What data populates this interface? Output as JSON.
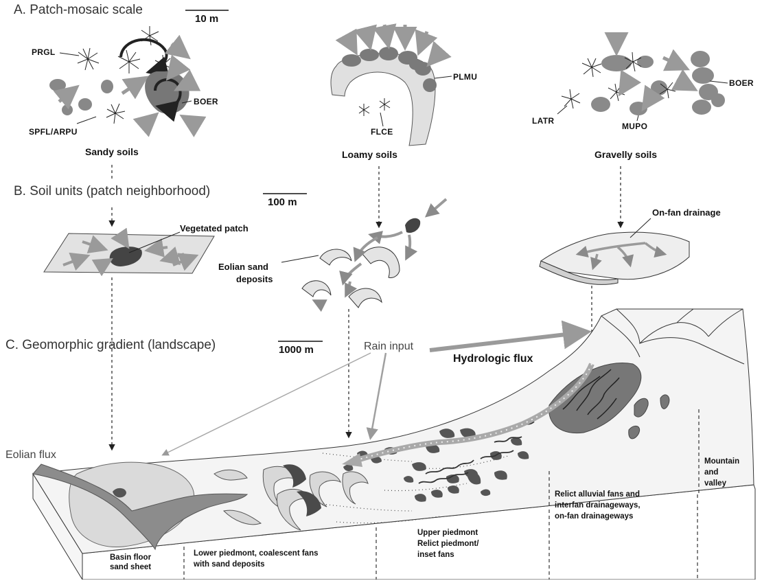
{
  "sections": {
    "a": {
      "title": "A. Patch-mosaic scale",
      "scale": "10 m"
    },
    "b": {
      "title": "B. Soil units (patch neighborhood)",
      "scale": "100 m"
    },
    "c": {
      "title": "C. Geomorphic gradient (landscape)",
      "scale": "1000 m"
    }
  },
  "species": {
    "prgl": "PRGL",
    "boer_left": "BOER",
    "spfl_arpu": "SPFL/ARPU",
    "plmu": "PLMU",
    "flce": "FLCE",
    "boer_right": "BOER",
    "latr": "LATR",
    "mupo": "MUPO"
  },
  "soils": {
    "sandy": "Sandy soils",
    "loamy": "Loamy soils",
    "gravelly": "Gravelly soils"
  },
  "neighborhood": {
    "vegetated_patch": "Vegetated patch",
    "eolian_sand_line1": "Eolian sand",
    "eolian_sand_line2": "deposits",
    "on_fan_drainage": "On-fan drainage"
  },
  "landscape": {
    "rain_input": "Rain input",
    "hydrologic_flux": "Hydrologic flux",
    "eolian_flux": "Eolian flux",
    "zones": {
      "basin_l1": "Basin floor",
      "basin_l2": "sand sheet",
      "lower_l1": "Lower piedmont, coalescent fans",
      "lower_l2": "with sand deposits",
      "upper_l1": "Upper piedmont",
      "upper_l2": "Relict piedmont/",
      "upper_l3": "inset fans",
      "relict_l1": "Relict alluvial fans and",
      "relict_l2": "interfan drainageways,",
      "relict_l3": "on-fan drainageways",
      "mountain_l1": "Mountain",
      "mountain_l2": "and",
      "mountain_l3": "valley"
    }
  },
  "colors": {
    "dark_patch": "#555555",
    "grass_patch": "#7d7d7d",
    "flux_arrow": "#9a9a9a",
    "sand": "#d6d6d6",
    "ground": "#f2f2f2"
  }
}
